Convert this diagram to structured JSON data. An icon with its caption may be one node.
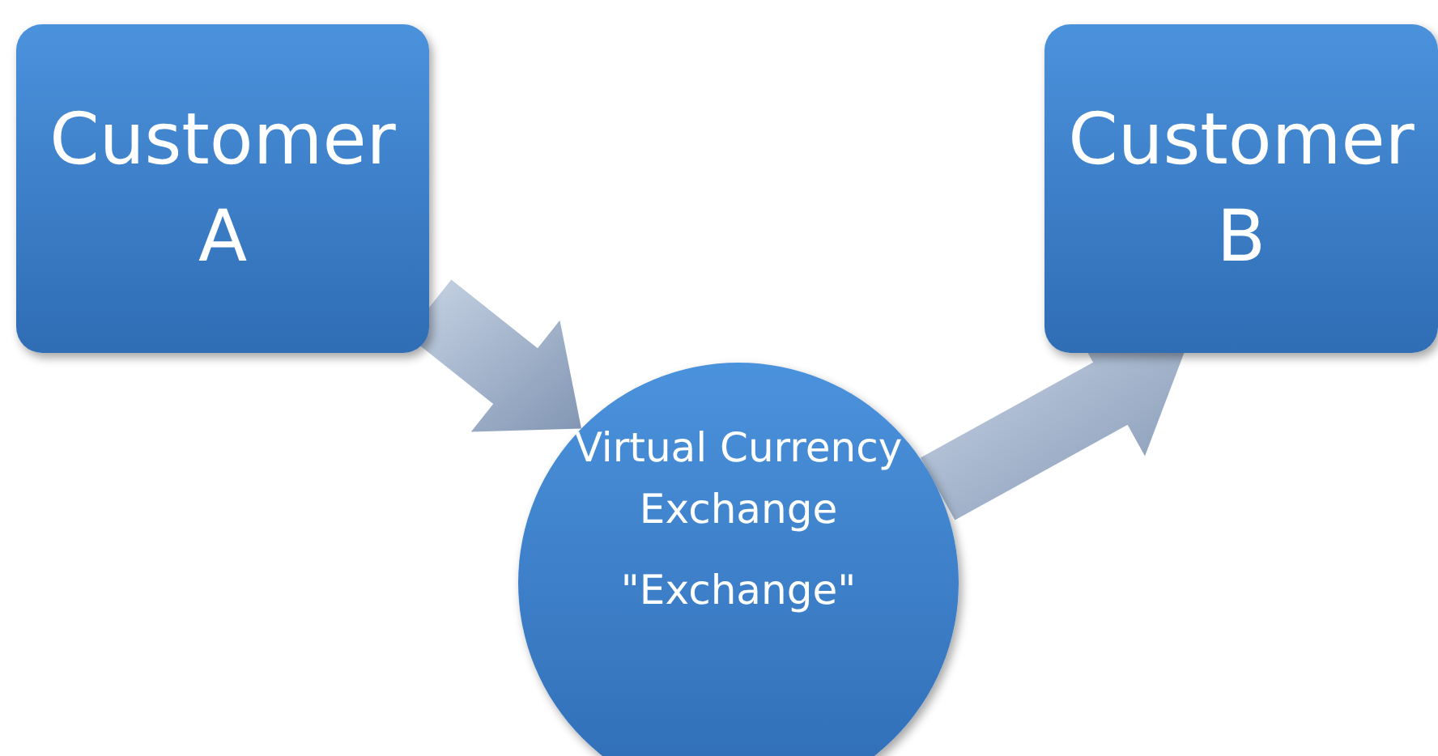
{
  "diagram": {
    "nodes": [
      {
        "text": [
          "Customer A"
        ]
      },
      {
        "text": [
          "Customer B"
        ]
      },
      {
        "text": [
          "Virtual Currency Exchange",
          "\"Exchange\""
        ]
      }
    ],
    "edges": [
      {
        "from": 0,
        "to": 2,
        "arrow": "to"
      },
      {
        "from": 2,
        "to": 1,
        "arrow": "to"
      }
    ]
  }
}
